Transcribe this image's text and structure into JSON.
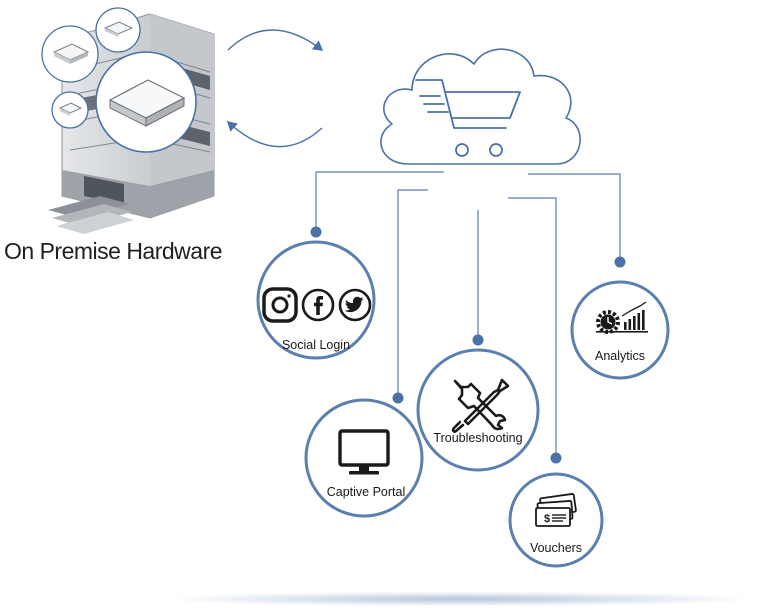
{
  "hardware": {
    "label": "On Premise Hardware"
  },
  "nodes": [
    {
      "id": "social-login",
      "label": "Social Login"
    },
    {
      "id": "captive-portal",
      "label": "Captive Portal"
    },
    {
      "id": "troubleshooting",
      "label": "Troubleshooting"
    },
    {
      "id": "vouchers",
      "label": "Vouchers"
    },
    {
      "id": "analytics",
      "label": "Analytics"
    }
  ],
  "colors": {
    "accent": "#4a72a6",
    "stroke": "#5b7fae",
    "icon": "#1a1a1a",
    "building": "#bfc3c8"
  }
}
